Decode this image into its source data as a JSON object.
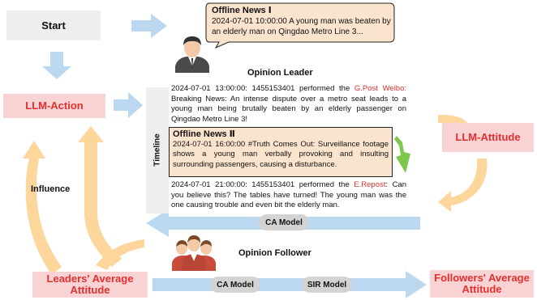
{
  "start": {
    "label": "Start"
  },
  "offline_news_1": {
    "title": "Offline News Ⅰ",
    "text": "2024-07-01 10:00:00 A young man was beaten by an elderly man on Qingdao Metro Line 3..."
  },
  "opinion_leader": {
    "label": "Opinion Leader"
  },
  "llm_action": {
    "label": "LLM-Action"
  },
  "llm_attitude": {
    "label": "LLM-Attitude"
  },
  "timeline": {
    "label": "Timeline"
  },
  "feed": {
    "post1_prefix": "2024-07-01 13:00:00: 1455153401 performed the ",
    "post1_action": "G.Post Weibo:",
    "post1_text": " Breaking News: An intense dispute over a metro seat leads to a young man being brutally beaten by an elderly passenger on Qingdao Metro Line 3!",
    "post2_prefix": "2024-07-01 21:00:00: 1455153401 performed the ",
    "post2_action": "E.Repost",
    "post2_text": ": Can you believe this? The tables have turned! The young man was the one causing trouble and even bit the elderly man."
  },
  "offline_news_2": {
    "title": "Offline News Ⅱ",
    "text": "2024-07-01 16:00:00 #Truth Comes Out: Surveillance footage shows a young man verbally provoking and insulting surrounding passengers, causing a disturbance."
  },
  "influence": {
    "label": "Influence"
  },
  "ca_model_top": {
    "label": "CA Model"
  },
  "opinion_follower": {
    "label": "Opinion Follower"
  },
  "leaders_attitude": {
    "label": "Leaders' Average Attitude"
  },
  "ca_model_bottom": {
    "label": "CA Model"
  },
  "sir_model": {
    "label": "SIR Model"
  },
  "followers_attitude": {
    "label": "Followers' Average Attitude"
  },
  "colors": {
    "arrow_blue": "#bcd7f0",
    "arrow_orange": "#fcd69a",
    "pink_box": "#f9d3d3",
    "red_text": "#e03030",
    "gray_box": "#efefef",
    "news_fill": "#fbe4cd",
    "green_arrow": "#7ec850"
  },
  "icons": [
    "person-icon",
    "group-icon"
  ]
}
